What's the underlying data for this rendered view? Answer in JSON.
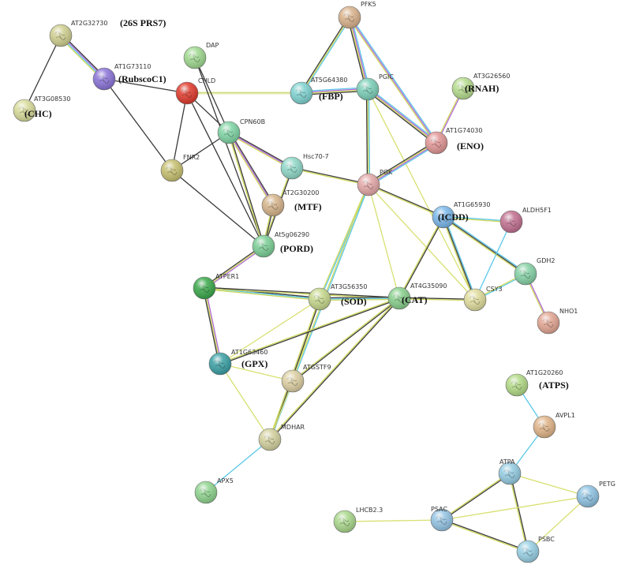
{
  "network": {
    "nodes": [
      {
        "id": "AT2G32730",
        "label": "AT2G32730",
        "annotation": "(26S PRS7)",
        "color": "#cfcf90"
      },
      {
        "id": "AT3G08530",
        "label": "AT3G08530",
        "annotation": "(CHC)",
        "color": "#d8dc9a"
      },
      {
        "id": "AT1G73110",
        "label": "AT1G73110",
        "annotation": "(RubscoC1)",
        "color": "#8a74d8"
      },
      {
        "id": "DAP",
        "label": "DAP",
        "annotation": "",
        "color": "#9fd98f"
      },
      {
        "id": "CHLD",
        "label": "CHLD",
        "annotation": "",
        "color": "#e03a2c"
      },
      {
        "id": "CPN60B",
        "label": "CPN60B",
        "annotation": "",
        "color": "#7fd4a4"
      },
      {
        "id": "FNR2",
        "label": "FNR2",
        "annotation": "",
        "color": "#c7c070"
      },
      {
        "id": "Hsc70-7",
        "label": "Hsc70-7",
        "annotation": "",
        "color": "#8fd8c8"
      },
      {
        "id": "AT2G30200",
        "label": "AT2G30200",
        "annotation": "(MTF)",
        "color": "#d6b48a"
      },
      {
        "id": "At5g06290",
        "label": "At5g06290",
        "annotation": "(PORD)",
        "color": "#7ccf96"
      },
      {
        "id": "PFK5",
        "label": "PFK5",
        "annotation": "",
        "color": "#d9b28c"
      },
      {
        "id": "AT5G64380",
        "label": "AT5G64380",
        "annotation": "(FBP)",
        "color": "#7ed2d0"
      },
      {
        "id": "PGIC",
        "label": "PGIC",
        "annotation": "",
        "color": "#7cd0b8"
      },
      {
        "id": "AT3G26560",
        "label": "AT3G26560",
        "annotation": "(RNAH)",
        "color": "#b6dc8e"
      },
      {
        "id": "AT1G74030",
        "label": "AT1G74030",
        "annotation": "(ENO)",
        "color": "#e29696"
      },
      {
        "id": "PGK",
        "label": "PGK",
        "annotation": "",
        "color": "#e4a7a7"
      },
      {
        "id": "AT1G65930",
        "label": "AT1G65930",
        "annotation": "(ICDD)",
        "color": "#7ab8ea"
      },
      {
        "id": "ALDH5F1",
        "label": "ALDH5F1",
        "annotation": "",
        "color": "#c27090"
      },
      {
        "id": "GDH2",
        "label": "GDH2",
        "annotation": "",
        "color": "#86d2a6"
      },
      {
        "id": "NHO1",
        "label": "NHO1",
        "annotation": "",
        "color": "#e2a592"
      },
      {
        "id": "ATPER1",
        "label": "ATPER1",
        "annotation": "",
        "color": "#3aa84a"
      },
      {
        "id": "AT3G56350",
        "label": "AT3G56350",
        "annotation": "(SOD)",
        "color": "#c6d88c"
      },
      {
        "id": "AT4G35090",
        "label": "AT4G35090",
        "annotation": "(CAT)",
        "color": "#88d08c"
      },
      {
        "id": "CSY3",
        "label": "CSY3",
        "annotation": "",
        "color": "#e0dc9c"
      },
      {
        "id": "AT1G63460",
        "label": "AT1G63460",
        "annotation": "(GPX)",
        "color": "#3aa0a4"
      },
      {
        "id": "ATGSTF9",
        "label": "ATGSTF9",
        "annotation": "",
        "color": "#dccfa2"
      },
      {
        "id": "MDHAR",
        "label": "MDHAR",
        "annotation": "",
        "color": "#d3d19e"
      },
      {
        "id": "APX5",
        "label": "APX5",
        "annotation": "",
        "color": "#8fd48f"
      },
      {
        "id": "AT1G20260",
        "label": "AT1G20260",
        "annotation": "(ATPS)",
        "color": "#b2da86"
      },
      {
        "id": "AVPL1",
        "label": "AVPL1",
        "annotation": "",
        "color": "#e0b488"
      },
      {
        "id": "ATPA",
        "label": "ATPA",
        "annotation": "",
        "color": "#94cce2"
      },
      {
        "id": "PETG",
        "label": "PETG",
        "annotation": "",
        "color": "#8ec2e2"
      },
      {
        "id": "LHCB2.3",
        "label": "LHCB2.3",
        "annotation": "",
        "color": "#aad88c"
      },
      {
        "id": "PSAC",
        "label": "PSAC",
        "annotation": "",
        "color": "#94c4e4"
      },
      {
        "id": "PSBC",
        "label": "PSBC",
        "annotation": "",
        "color": "#98d0e4"
      }
    ],
    "edges": [
      {
        "from": "AT2G32730",
        "to": "AT1G73110",
        "colors": [
          "#3a3a3a",
          "#b06ad8",
          "#5cc8e8",
          "#cfd85c"
        ]
      },
      {
        "from": "AT2G32730",
        "to": "AT3G08530",
        "colors": [
          "#3a3a3a"
        ]
      },
      {
        "from": "AT1G73110",
        "to": "CHLD",
        "colors": [
          "#3a3a3a"
        ]
      },
      {
        "from": "AT1G73110",
        "to": "FNR2",
        "colors": [
          "#3a3a3a"
        ]
      },
      {
        "from": "CHLD",
        "to": "AT5G64380",
        "colors": [
          "#c8d870",
          "#e4e4a0"
        ]
      },
      {
        "from": "CHLD",
        "to": "FNR2",
        "colors": [
          "#3a3a3a"
        ]
      },
      {
        "from": "CHLD",
        "to": "CPN60B",
        "colors": [
          "#3a3a3a"
        ]
      },
      {
        "from": "CHLD",
        "to": "At5g06290",
        "colors": [
          "#3a3a3a"
        ]
      },
      {
        "from": "DAP",
        "to": "CPN60B",
        "colors": [
          "#3a3a3a"
        ]
      },
      {
        "from": "DAP",
        "to": "At5g06290",
        "colors": [
          "#3a3a3a"
        ]
      },
      {
        "from": "FNR2",
        "to": "CPN60B",
        "colors": [
          "#3a3a3a"
        ]
      },
      {
        "from": "FNR2",
        "to": "At5g06290",
        "colors": [
          "#3a3a3a"
        ]
      },
      {
        "from": "CPN60B",
        "to": "Hsc70-7",
        "colors": [
          "#3a3a3a",
          "#b06ad8",
          "#cfd85c"
        ]
      },
      {
        "from": "CPN60B",
        "to": "AT2G30200",
        "colors": [
          "#3a3a3a",
          "#b06ad8",
          "#cfd85c"
        ]
      },
      {
        "from": "CPN60B",
        "to": "At5g06290",
        "colors": [
          "#3a3a3a",
          "#cfd85c"
        ]
      },
      {
        "from": "Hsc70-7",
        "to": "At5g06290",
        "colors": [
          "#3a3a3a",
          "#cfd85c"
        ]
      },
      {
        "from": "Hsc70-7",
        "to": "PGK",
        "colors": [
          "#3a3a3a",
          "#cfd85c"
        ]
      },
      {
        "from": "AT2G30200",
        "to": "At5g06290",
        "colors": [
          "#3a3a3a",
          "#cfd85c"
        ]
      },
      {
        "from": "At5g06290",
        "to": "ATPER1",
        "colors": [
          "#b06ad8",
          "#cfd85c",
          "#3a3a3a"
        ]
      },
      {
        "from": "PFK5",
        "to": "AT5G64380",
        "colors": [
          "#5cc8e8",
          "#cfd85c",
          "#3a3a3a"
        ]
      },
      {
        "from": "PFK5",
        "to": "PGIC",
        "colors": [
          "#5cc8e8",
          "#b06ad8",
          "#cfd85c",
          "#3a3a3a"
        ]
      },
      {
        "from": "AT5G64380",
        "to": "PGIC",
        "colors": [
          "#5cc8e8",
          "#b06ad8",
          "#cfd85c",
          "#3a3a3a"
        ]
      },
      {
        "from": "PGIC",
        "to": "AT1G74030",
        "colors": [
          "#5cc8e8",
          "#b06ad8",
          "#cfd85c",
          "#3a3a3a"
        ]
      },
      {
        "from": "PGIC",
        "to": "PGK",
        "colors": [
          "#5cc8e8",
          "#cfd85c",
          "#3a3a3a"
        ]
      },
      {
        "from": "PGIC",
        "to": "CSY3",
        "colors": [
          "#d8e070"
        ]
      },
      {
        "from": "PFK5",
        "to": "AT1G74030",
        "colors": [
          "#5cc8e8",
          "#b06ad8",
          "#cfd85c"
        ]
      },
      {
        "from": "AT3G26560",
        "to": "AT1G74030",
        "colors": [
          "#b06ad8",
          "#cfd85c"
        ]
      },
      {
        "from": "AT1G74030",
        "to": "PGK",
        "colors": [
          "#5cc8e8",
          "#b06ad8",
          "#cfd85c",
          "#3a3a3a"
        ]
      },
      {
        "from": "PGK",
        "to": "AT1G65930",
        "colors": [
          "#3a3a3a",
          "#cfd85c"
        ]
      },
      {
        "from": "PGK",
        "to": "AT3G56350",
        "colors": [
          "#5cc8e8",
          "#cfd85c"
        ]
      },
      {
        "from": "PGK",
        "to": "AT4G35090",
        "colors": [
          "#d8e070"
        ]
      },
      {
        "from": "PGK",
        "to": "CSY3",
        "colors": [
          "#d8e070"
        ]
      },
      {
        "from": "PGK",
        "to": "MDHAR",
        "colors": [
          "#5cc8e8",
          "#cfd85c"
        ]
      },
      {
        "from": "AT1G65930",
        "to": "ALDH5F1",
        "colors": [
          "#5cc8e8",
          "#cfd85c"
        ]
      },
      {
        "from": "AT1G65930",
        "to": "GDH2",
        "colors": [
          "#5cc8e8",
          "#3a3a3a",
          "#cfd85c"
        ]
      },
      {
        "from": "AT1G65930",
        "to": "CSY3",
        "colors": [
          "#5cc8e8",
          "#3a3a3a",
          "#cfd85c"
        ]
      },
      {
        "from": "AT1G65930",
        "to": "AT4G35090",
        "colors": [
          "#3a3a3a",
          "#cfd85c"
        ]
      },
      {
        "from": "ALDH5F1",
        "to": "CSY3",
        "colors": [
          "#5cc8e8"
        ]
      },
      {
        "from": "GDH2",
        "to": "CSY3",
        "colors": [
          "#5cc8e8",
          "#cfd85c"
        ]
      },
      {
        "from": "GDH2",
        "to": "NHO1",
        "colors": [
          "#b06ad8",
          "#cfd85c"
        ]
      },
      {
        "from": "ATPER1",
        "to": "AT3G56350",
        "colors": [
          "#3a3a3a",
          "#5cc8e8",
          "#cfd85c"
        ]
      },
      {
        "from": "ATPER1",
        "to": "AT1G63460",
        "colors": [
          "#b06ad8",
          "#cfd85c",
          "#3a3a3a"
        ]
      },
      {
        "from": "ATPER1",
        "to": "AT4G35090",
        "colors": [
          "#3a3a3a",
          "#cfd85c"
        ]
      },
      {
        "from": "AT3G56350",
        "to": "AT4G35090",
        "colors": [
          "#3a3a3a",
          "#5cc8e8",
          "#cfd85c"
        ]
      },
      {
        "from": "AT3G56350",
        "to": "AT1G63460",
        "colors": [
          "#d8e070"
        ]
      },
      {
        "from": "AT3G56350",
        "to": "ATGSTF9",
        "colors": [
          "#d8e070"
        ]
      },
      {
        "from": "AT3G56350",
        "to": "MDHAR",
        "colors": [
          "#3a3a3a",
          "#cfd85c"
        ]
      },
      {
        "from": "AT4G35090",
        "to": "CSY3",
        "colors": [
          "#3a3a3a",
          "#cfd85c"
        ]
      },
      {
        "from": "AT4G35090",
        "to": "AT1G63460",
        "colors": [
          "#3a3a3a",
          "#cfd85c"
        ]
      },
      {
        "from": "AT4G35090",
        "to": "ATGSTF9",
        "colors": [
          "#3a3a3a",
          "#cfd85c"
        ]
      },
      {
        "from": "AT4G35090",
        "to": "MDHAR",
        "colors": [
          "#3a3a3a",
          "#cfd85c"
        ]
      },
      {
        "from": "AT1G63460",
        "to": "ATGSTF9",
        "colors": [
          "#d8e070"
        ]
      },
      {
        "from": "AT1G63460",
        "to": "MDHAR",
        "colors": [
          "#d8e070"
        ]
      },
      {
        "from": "ATGSTF9",
        "to": "MDHAR",
        "colors": [
          "#d8e070"
        ]
      },
      {
        "from": "MDHAR",
        "to": "APX5",
        "colors": [
          "#5cc8e8"
        ]
      },
      {
        "from": "AT1G20260",
        "to": "AVPL1",
        "colors": [
          "#5cc8e8"
        ]
      },
      {
        "from": "AVPL1",
        "to": "ATPA",
        "colors": [
          "#5cc8e8"
        ]
      },
      {
        "from": "ATPA",
        "to": "PSAC",
        "colors": [
          "#3a3a3a",
          "#cfd85c"
        ]
      },
      {
        "from": "ATPA",
        "to": "PSBC",
        "colors": [
          "#3a3a3a",
          "#cfd85c"
        ]
      },
      {
        "from": "ATPA",
        "to": "PETG",
        "colors": [
          "#d8e070"
        ]
      },
      {
        "from": "PSAC",
        "to": "PSBC",
        "colors": [
          "#3a3a3a",
          "#cfd85c"
        ]
      },
      {
        "from": "PSAC",
        "to": "PETG",
        "colors": [
          "#d8e070"
        ]
      },
      {
        "from": "PSBC",
        "to": "PETG",
        "colors": [
          "#d8e070"
        ]
      },
      {
        "from": "LHCB2.3",
        "to": "PSAC",
        "colors": [
          "#d8e070"
        ]
      }
    ]
  }
}
